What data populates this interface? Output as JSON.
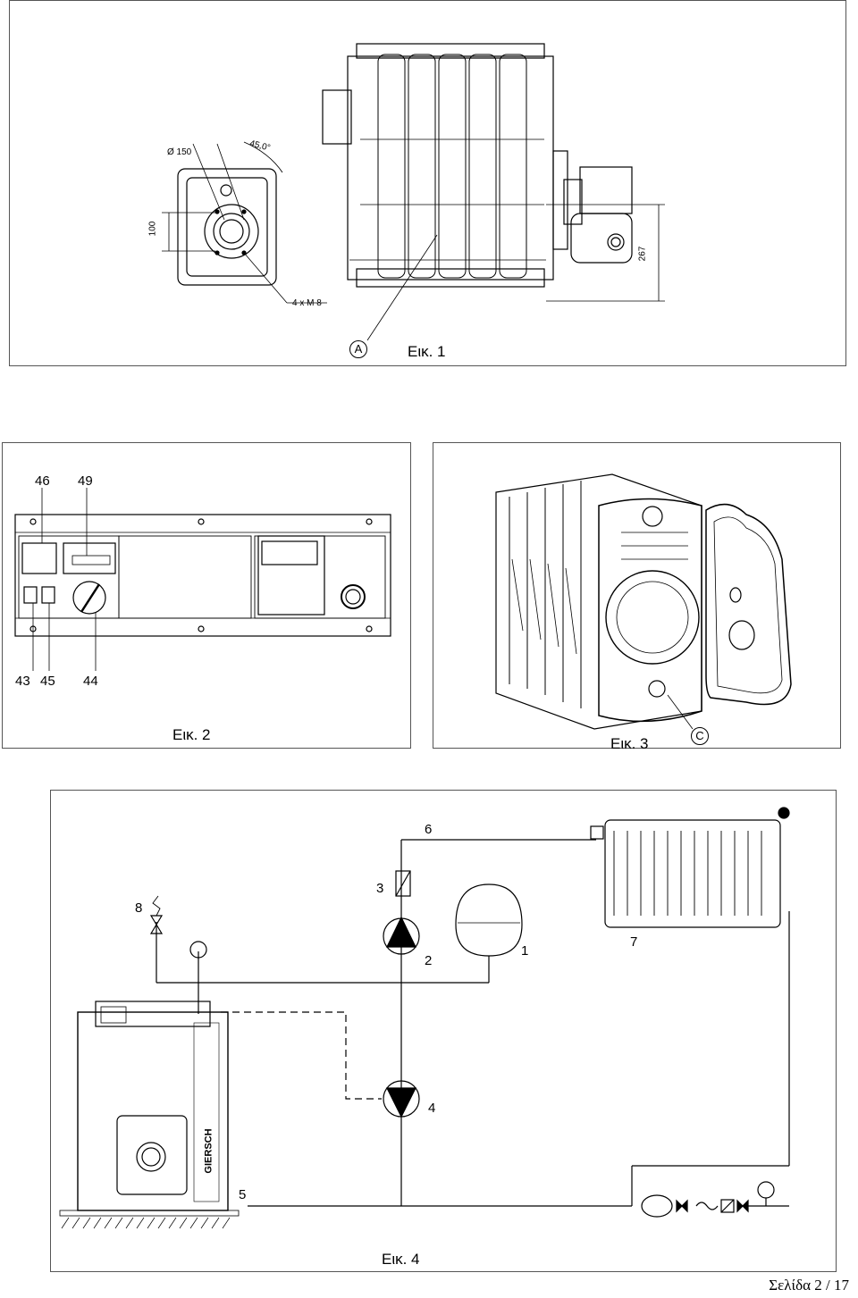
{
  "fig1": {
    "caption": "Εικ. 1",
    "marker": "A",
    "dim_diameter": "Ø 150",
    "dim_angle": "45,0°",
    "dim_height": "100",
    "dim_screws": "4 x M 8",
    "dim_267": "267"
  },
  "fig2": {
    "caption": "Εικ. 2",
    "callouts": [
      "46",
      "49",
      "43",
      "45",
      "44"
    ]
  },
  "fig3": {
    "caption": "Εικ. 3",
    "marker": "C"
  },
  "fig4": {
    "caption": "Εικ. 4",
    "callouts": [
      "1",
      "2",
      "3",
      "4",
      "5",
      "6",
      "7",
      "8"
    ],
    "brand": "GIERSCH"
  },
  "footer": {
    "page": "Σελίδα  2 / 17"
  }
}
